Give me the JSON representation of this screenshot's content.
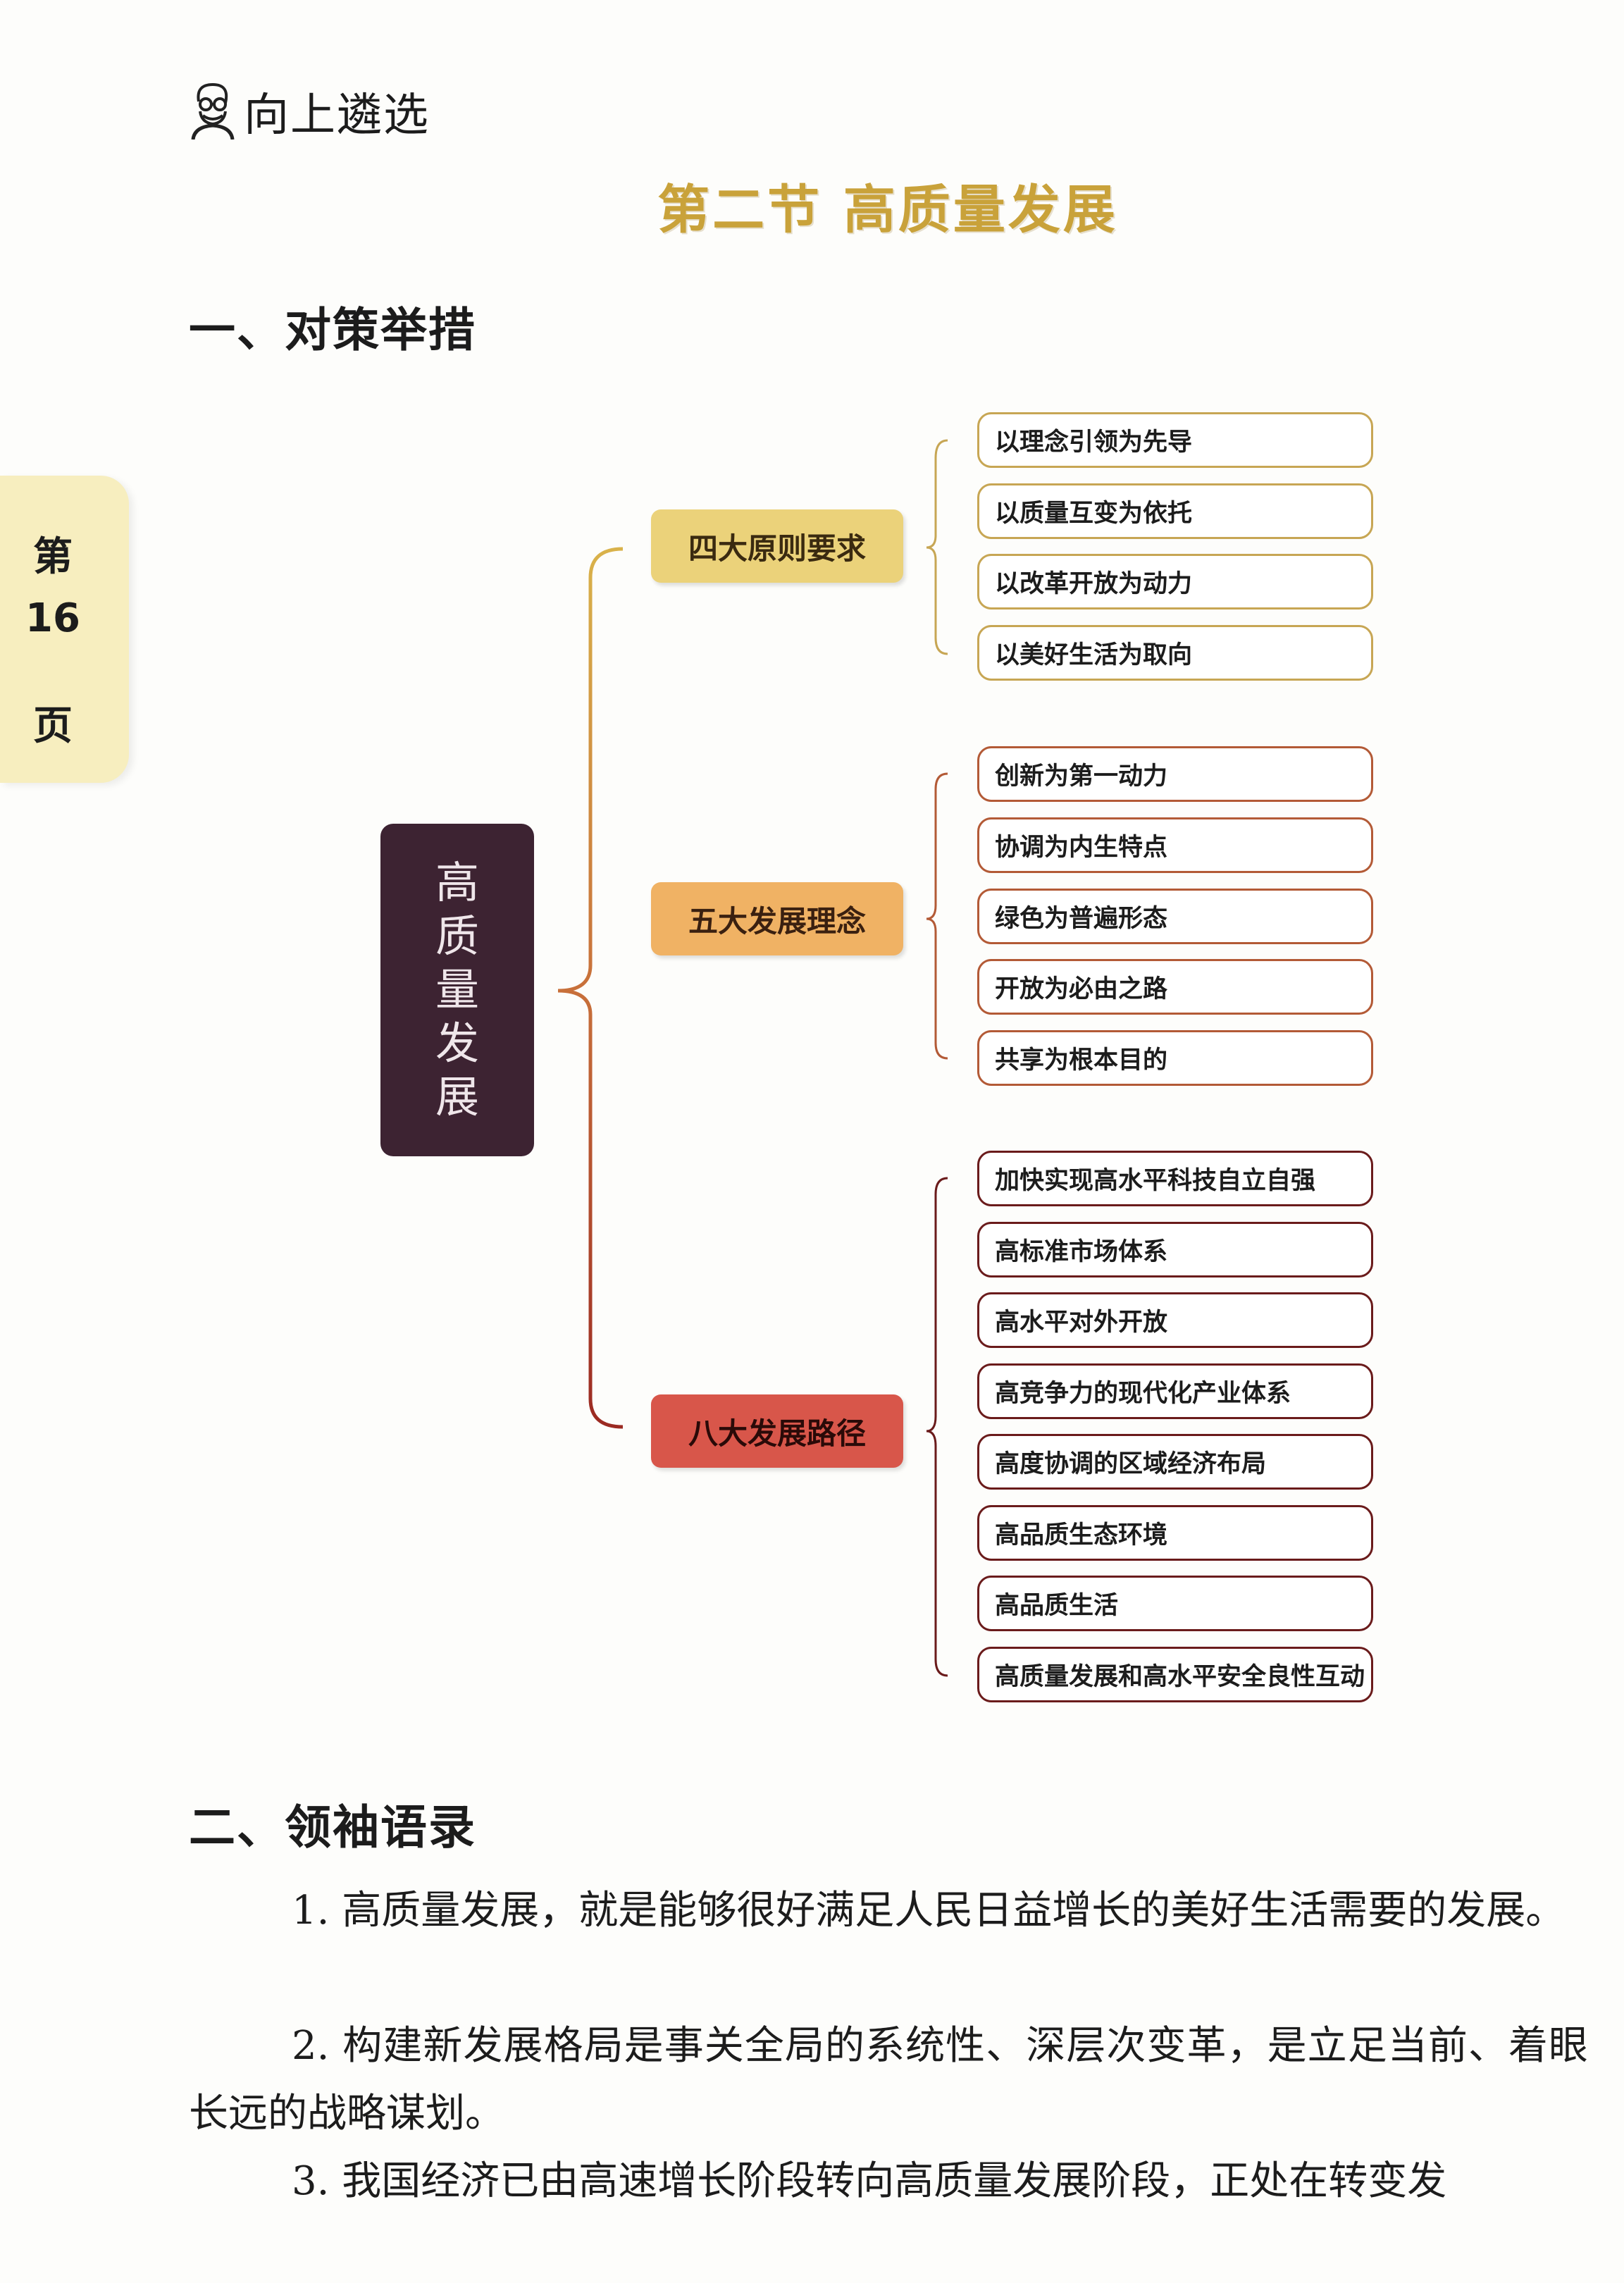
{
  "brand": {
    "logo_icon": "teacher-avatar-icon",
    "name": "向上遴选"
  },
  "section_title": "第二节  高质量发展",
  "side_tab": {
    "prefix": "第",
    "page": "16",
    "suffix": "页"
  },
  "part1": {
    "heading": "一、对策举措",
    "center": [
      "高",
      "质",
      "量",
      "发",
      "展"
    ],
    "colors": {
      "center": "#3d2332",
      "yellow": "#ebd27a",
      "orange": "#f0b264",
      "red": "#d8564a"
    },
    "branches": [
      {
        "label": "四大原则要求",
        "items": [
          "以理念引领为先导",
          "以质量互变为依托",
          "以改革开放为动力",
          "以美好生活为取向"
        ]
      },
      {
        "label": "五大发展理念",
        "items": [
          "创新为第一动力",
          "协调为内生特点",
          "绿色为普遍形态",
          "开放为必由之路",
          "共享为根本目的"
        ]
      },
      {
        "label": "八大发展路径",
        "items": [
          "加快实现高水平科技自立自强",
          "高标准市场体系",
          "高水平对外开放",
          "高竞争力的现代化产业体系",
          "高度协调的区域经济布局",
          "高品质生态环境",
          "高品质生活",
          "高质量发展和高水平安全良性互动"
        ]
      }
    ]
  },
  "part2": {
    "heading": "二、领袖语录",
    "paragraphs": [
      "1. 高质量发展，就是能够很好满足人民日益增长的美好生活需要的发展。",
      "2. 构建新发展格局是事关全局的系统性、深层次变革，是立足当前、着眼长远的战略谋划。",
      "3. 我国经济已由高速增长阶段转向高质量发展阶段，正处在转变发"
    ]
  }
}
